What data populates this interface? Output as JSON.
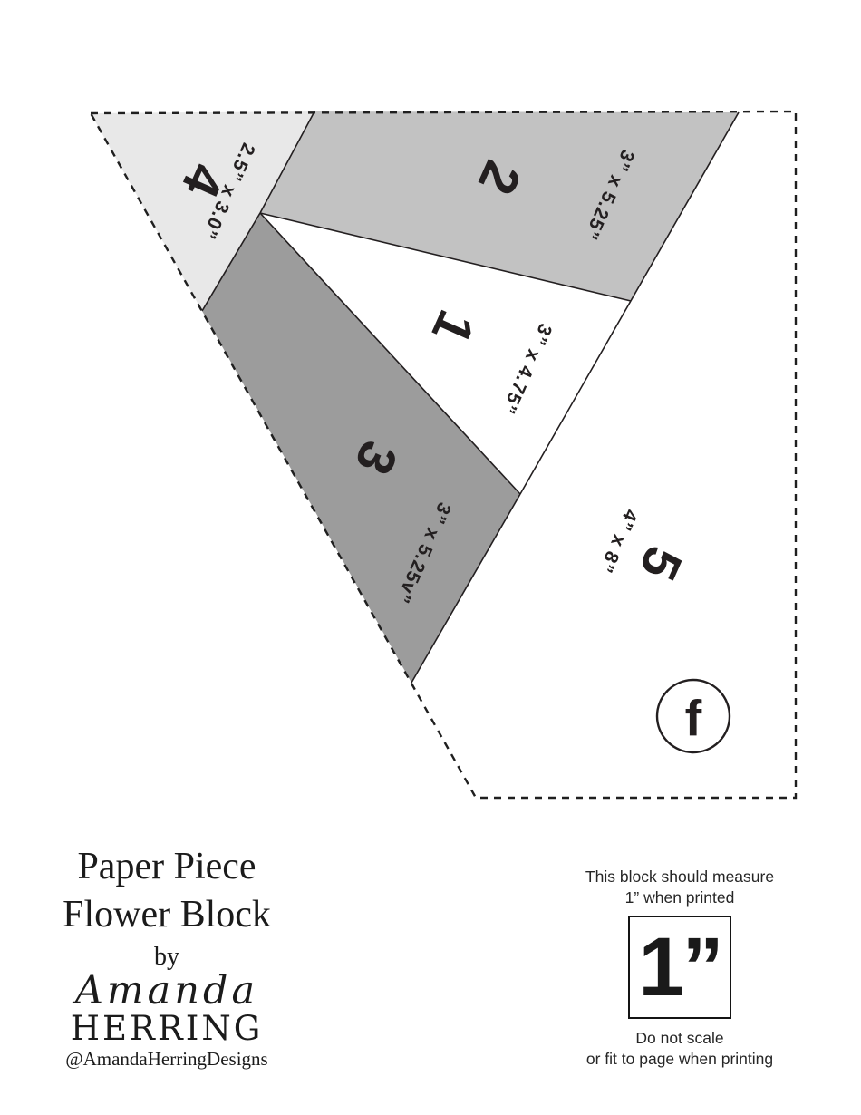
{
  "pattern": {
    "pieces": [
      {
        "number": "1",
        "size": "3” x 4.75”"
      },
      {
        "number": "2",
        "size": "3” x 5.25”"
      },
      {
        "number": "3",
        "size": "3” x 5.25v”"
      },
      {
        "number": "4",
        "size": "2.5” x 3.0”"
      },
      {
        "number": "5",
        "size": "4” x 8”"
      }
    ],
    "corner_mark": "f",
    "colors": {
      "piece2_fill": "#c2c2c2",
      "piece3_fill": "#9c9c9c",
      "piece4_fill": "#e8e8e8",
      "line": "#231f20"
    }
  },
  "title": {
    "line1": "Paper Piece",
    "line2": "Flower Block",
    "by": "by",
    "script_name": "Amanda",
    "surname": "HERRING",
    "handle": "@AmandaHerringDesigns"
  },
  "print_note": {
    "measure_line1": "This block should measure",
    "measure_line2": "1” when printed",
    "ruler_label": "1”",
    "scale_line1": "Do not scale",
    "scale_line2": "or fit to page when printing"
  }
}
